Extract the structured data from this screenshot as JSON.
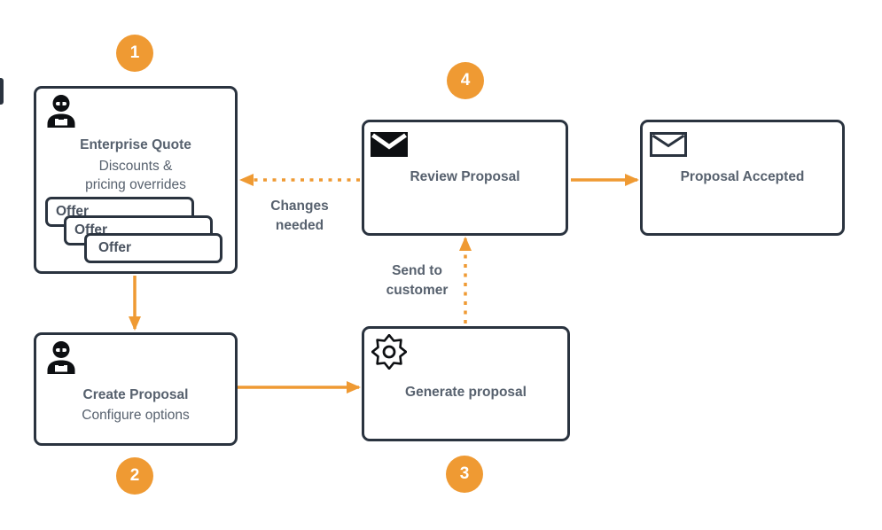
{
  "colors": {
    "accent": "#EF9A33",
    "node_border": "#2A333F",
    "text": "#57616E",
    "icon": "#0D0F12",
    "canvas": "#FFFFFF"
  },
  "steps": {
    "one": "1",
    "two": "2",
    "three": "3",
    "four": "4"
  },
  "nodes": {
    "enterprise_quote": {
      "title": "Enterprise Quote",
      "subtitle": "Discounts &\npricing overrides",
      "icon": "person-icon"
    },
    "create_proposal": {
      "title": "Create Proposal",
      "subtitle": "Configure options",
      "icon": "person-icon"
    },
    "generate_proposal": {
      "title": "Generate proposal",
      "icon": "gear-icon"
    },
    "review_proposal": {
      "title": "Review Proposal",
      "icon": "envelope-filled-icon"
    },
    "proposal_accepted": {
      "title": "Proposal Accepted",
      "icon": "envelope-outline-icon"
    }
  },
  "offer_cards": {
    "card1": "Offer",
    "card2": "Offer",
    "card3": "Offer"
  },
  "edge_labels": {
    "changes_needed": "Changes\nneeded",
    "send_to_customer": "Send to\ncustomer"
  }
}
